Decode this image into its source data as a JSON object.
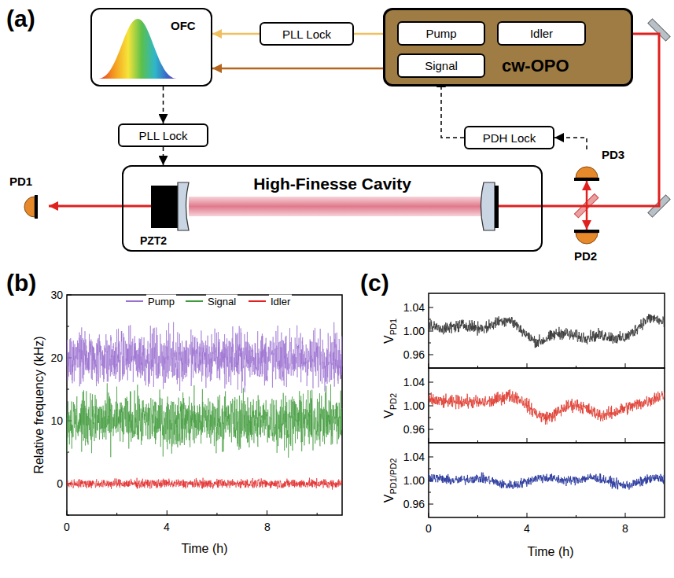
{
  "diagram": {
    "nodes": [
      {
        "text": [
          "OFC"
        ]
      },
      {
        "text": [
          "PLL Lock"
        ]
      },
      {
        "text": [
          "cw-OPO"
        ]
      },
      {
        "text": [
          "Pump"
        ],
        "in": 2
      },
      {
        "text": [
          "Idler"
        ],
        "in": 2
      },
      {
        "text": [
          "Signal"
        ],
        "in": 2
      },
      {
        "text": [
          "PLL Lock"
        ]
      },
      {
        "text": [
          "PDH Lock"
        ]
      },
      {
        "text": [
          "High-Finesse Cavity"
        ]
      },
      {
        "text": [
          "PD1"
        ]
      },
      {
        "text": [
          "PD2"
        ]
      },
      {
        "text": [
          "PD3"
        ]
      }
    ],
    "edges": [
      {
        "from": 2,
        "to": 1,
        "arrow": "none"
      },
      {
        "from": 1,
        "to": 0,
        "arrow": "to"
      },
      {
        "from": 2,
        "to": 0,
        "arrow": "to"
      },
      {
        "from": 0,
        "to": 6,
        "arrow": "to"
      },
      {
        "from": 6,
        "to": 8,
        "arrow": "to"
      },
      {
        "from": 11,
        "to": 7,
        "arrow": "to"
      },
      {
        "from": 7,
        "to": 5,
        "arrow": "to"
      },
      {
        "from": 8,
        "to": 9,
        "arrow": "to"
      },
      {
        "from": 2,
        "to": 8,
        "arrow": "none"
      },
      {
        "from": 11,
        "to": 10,
        "arrow": "both"
      }
    ],
    "labels": [
      "(a)",
      "PZT2",
      "(b)",
      "(c)",
      "30",
      "20",
      "10",
      "0",
      "0",
      "4",
      "8",
      "Relative frequency (kHz)",
      "Time (h)",
      "1.04",
      "1.00",
      "0.96",
      "1.04",
      "1.00",
      "0.96",
      "1.04",
      "1.00",
      "0.96",
      "0",
      "4",
      "8",
      "Time (h)",
      "V",
      "PD1",
      "V",
      "PD2",
      "V",
      "PD1/PD2"
    ],
    "legend": [
      {
        "text": "Pump"
      },
      {
        "text": "Signal"
      },
      {
        "text": "Idler"
      }
    ]
  }
}
